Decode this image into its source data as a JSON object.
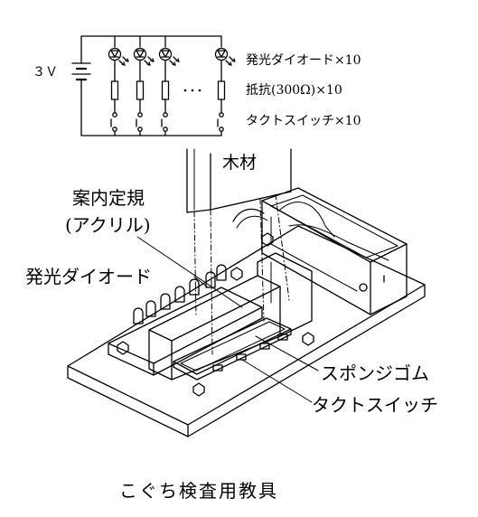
{
  "circuit": {
    "voltage": "３Ｖ",
    "legend": [
      "発光ダイオード×10",
      "抵抗(300Ω)×10",
      "タクトスイッチ×10"
    ]
  },
  "callouts": {
    "wood": "木材",
    "guide_line1": "案内定規",
    "guide_line2": "(アクリル)",
    "led": "発光ダイオード",
    "sponge": "スポンジゴム",
    "switch": "タクトスイッチ"
  },
  "caption": "こぐち検査用教具"
}
